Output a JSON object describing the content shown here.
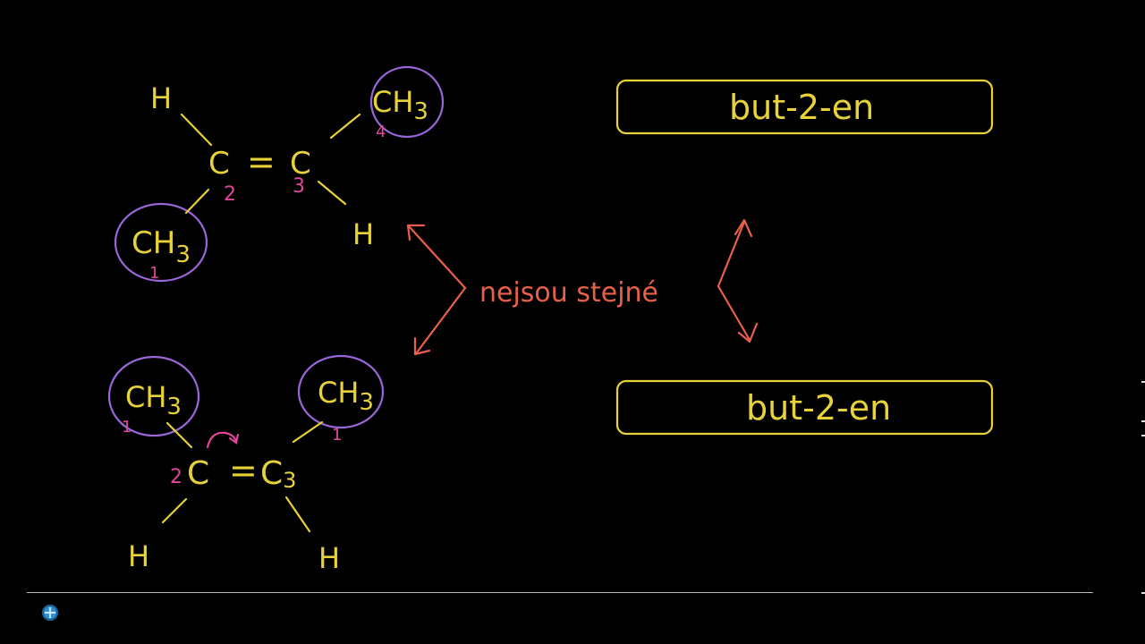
{
  "colors": {
    "structure": "#e8d23a",
    "numbering": "#e0479a",
    "circle": "#9a66d8",
    "note": "#e8604a",
    "box": "#e8d23a",
    "background": "#000000"
  },
  "top_molecule": {
    "h_left": "H",
    "c_left": "C",
    "bond": "=",
    "c_right": "C",
    "ch3_top": "CH",
    "ch3_top_sub": "3",
    "ch3_left": "CH",
    "ch3_left_sub": "3",
    "h_right": "H",
    "num_c2": "2",
    "num_c3": "3",
    "num_left_ch3": "1",
    "num_top_ch3": "4"
  },
  "bottom_molecule": {
    "ch3_left": "CH",
    "ch3_left_sub": "3",
    "ch3_right": "CH",
    "ch3_right_sub": "3",
    "c_left": "C",
    "bond": "=",
    "c_right": "C",
    "c_right_sub": "3",
    "num_c2": "2",
    "h_left": "H",
    "h_right": "H",
    "num_left_ch3": "1",
    "num_right_ch3": "1"
  },
  "note": {
    "text": "nejsou stejné"
  },
  "name_boxes": [
    {
      "label": "but-2-en"
    },
    {
      "label": "but-2-en"
    }
  ],
  "icons": {
    "cursor": "crosshair-cursor-icon"
  }
}
